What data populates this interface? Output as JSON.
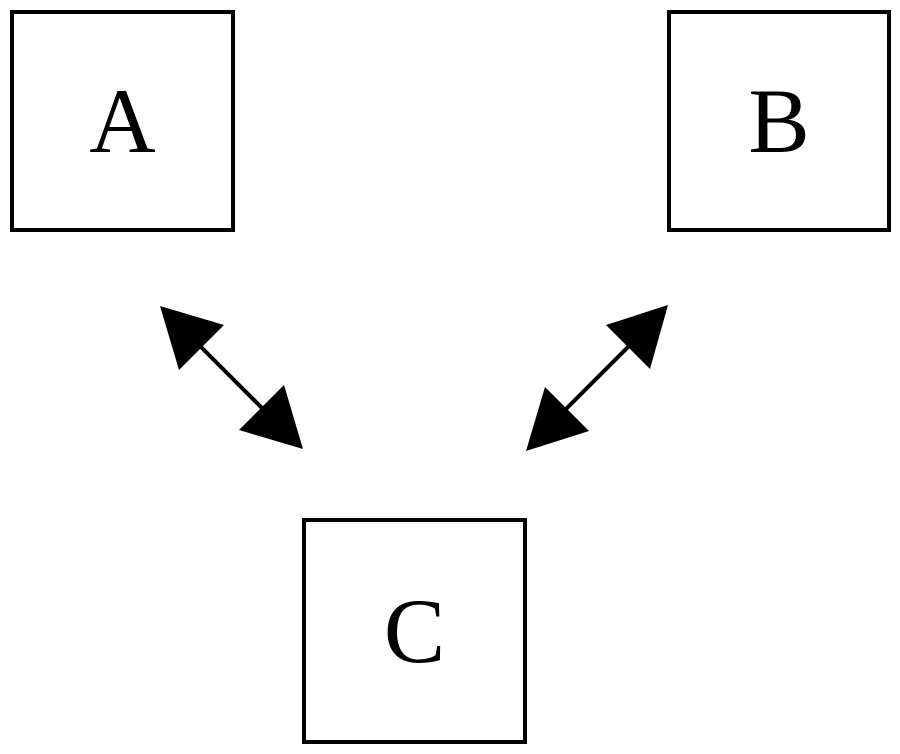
{
  "nodes": {
    "a": {
      "label": "A"
    },
    "b": {
      "label": "B"
    },
    "c": {
      "label": "C"
    }
  },
  "edges": [
    {
      "from": "A",
      "to": "C",
      "type": "bidirectional"
    },
    {
      "from": "B",
      "to": "C",
      "type": "bidirectional"
    }
  ],
  "colors": {
    "stroke": "#000000",
    "background": "#ffffff"
  }
}
